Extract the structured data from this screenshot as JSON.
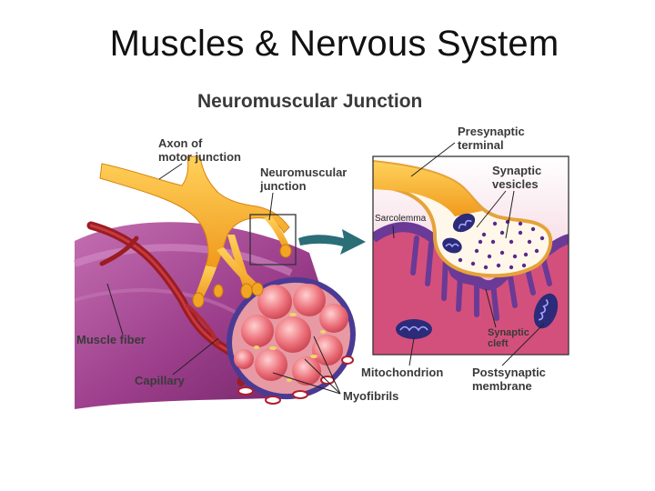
{
  "slide": {
    "title": "Muscles & Nervous System"
  },
  "diagram": {
    "heading": "Neuromuscular Junction",
    "labels": {
      "axon_line1": "Axon of",
      "axon_line2": "motor junction",
      "nmj_line1": "Neuromuscular",
      "nmj_line2": "junction",
      "muscle_fiber": "Muscle fiber",
      "capillary": "Capillary",
      "myofibrils": "Myofibrils",
      "mitochondrion": "Mitochondrion",
      "presynaptic_line1": "Presynaptic",
      "presynaptic_line2": "terminal",
      "vesicles_line1": "Synaptic",
      "vesicles_line2": "vesicles",
      "sarcolemma": "Sarcolemma",
      "cleft_line1": "Synaptic",
      "cleft_line2": "cleft",
      "postsynaptic_line1": "Postsynaptic",
      "postsynaptic_line2": "membrane"
    },
    "colors": {
      "nerve": "#f5b935",
      "muscle": "#a0428f",
      "fiber_red": "#e86b74",
      "capillary": "#9b1c22",
      "arrow": "#2a6e78",
      "inset_bg": "#f6c9d2"
    }
  }
}
